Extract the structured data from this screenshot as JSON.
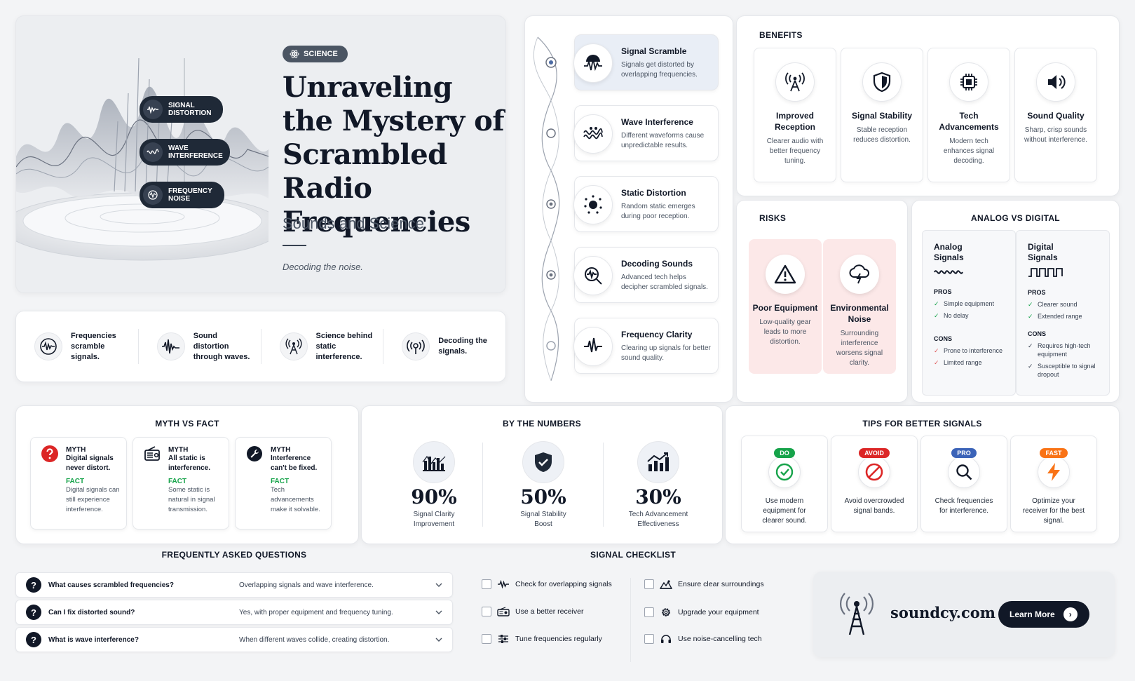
{
  "hero": {
    "tag": "SCIENCE",
    "title": "Unraveling the Mystery of Scrambled Radio Frequencies",
    "subtitle": "Sounds and Science",
    "tagline": "Decoding the noise.",
    "badges": [
      "SIGNAL DISTORTION",
      "WAVE INTERFERENCE",
      "FREQUENCY NOISE"
    ]
  },
  "features": [
    {
      "icon": "waveform-circle-icon",
      "text": "Frequencies scramble signals."
    },
    {
      "icon": "sound-wave-icon",
      "text": "Sound distortion through waves."
    },
    {
      "icon": "radio-tower-icon",
      "text": "Science behind static interference."
    },
    {
      "icon": "broadcast-icon",
      "text": "Decoding the signals."
    }
  ],
  "timeline": [
    {
      "title": "Signal Scramble",
      "text": "Signals get distorted by overlapping frequencies.",
      "icon": "distorted-signal-icon"
    },
    {
      "title": "Wave Interference",
      "text": "Different waveforms cause unpredictable results.",
      "icon": "interference-icon"
    },
    {
      "title": "Static Distortion",
      "text": "Random static emerges during poor reception.",
      "icon": "static-icon"
    },
    {
      "title": "Decoding Sounds",
      "text": "Advanced tech helps decipher scrambled signals.",
      "icon": "decode-icon"
    },
    {
      "title": "Frequency Clarity",
      "text": "Clearing up signals for better sound quality.",
      "icon": "clarity-icon"
    }
  ],
  "benefits": {
    "title": "BENEFITS",
    "items": [
      {
        "title": "Improved Reception",
        "text": "Clearer audio with better frequency tuning.",
        "icon": "antenna-icon"
      },
      {
        "title": "Signal Stability",
        "text": "Stable reception reduces distortion.",
        "icon": "shield-icon"
      },
      {
        "title": "Tech Advancements",
        "text": "Modern tech enhances signal decoding.",
        "icon": "chip-icon"
      },
      {
        "title": "Sound Quality",
        "text": "Sharp, crisp sounds without interference.",
        "icon": "speaker-icon"
      }
    ]
  },
  "risks": {
    "title": "RISKS",
    "items": [
      {
        "title": "Poor Equipment",
        "text": "Low-quality gear leads to more distortion.",
        "icon": "warning-icon"
      },
      {
        "title": "Environmental Noise",
        "text": "Surrounding interference worsens signal clarity.",
        "icon": "storm-cloud-icon"
      }
    ]
  },
  "avd": {
    "title": "ANALOG VS DIGITAL",
    "pros_label": "PROS",
    "cons_label": "CONS",
    "analog": {
      "title": "Analog Signals",
      "pros": [
        "Simple equipment",
        "No delay"
      ],
      "cons": [
        "Prone to interference",
        "Limited range"
      ]
    },
    "digital": {
      "title": "Digital Signals",
      "pros": [
        "Clearer sound",
        "Extended range"
      ],
      "cons": [
        "Requires high-tech equipment",
        "Susceptible to signal dropout"
      ]
    }
  },
  "myth": {
    "title": "MYTH VS FACT",
    "myth_label": "MYTH",
    "fact_label": "FACT",
    "items": [
      {
        "myth": "Digital signals never distort.",
        "fact": "Digital signals can still experience interference.",
        "icon": "question-icon"
      },
      {
        "myth": "All static is interference.",
        "fact": "Some static is natural in signal transmission.",
        "icon": "radio-icon"
      },
      {
        "myth": "Interference can't be fixed.",
        "fact": "Tech advancements make it solvable.",
        "icon": "wrench-icon"
      }
    ]
  },
  "numbers": {
    "title": "BY THE NUMBERS",
    "items": [
      {
        "value": "90%",
        "label": "Signal Clarity Improvement",
        "icon": "bar-wave-icon"
      },
      {
        "value": "50%",
        "label": "Signal Stability Boost",
        "icon": "shield-check-icon"
      },
      {
        "value": "30%",
        "label": "Tech Advancement Effectiveness",
        "icon": "trend-up-icon"
      }
    ]
  },
  "tips": {
    "title": "TIPS FOR BETTER SIGNALS",
    "items": [
      {
        "badge": "DO",
        "color": "#16a34a",
        "text": "Use modern equipment for clearer sound.",
        "icon": "check-circle-icon"
      },
      {
        "badge": "AVOID",
        "color": "#dc2626",
        "text": "Avoid overcrowded signal bands.",
        "icon": "ban-icon"
      },
      {
        "badge": "PRO",
        "color": "#3b63b8",
        "text": "Check frequencies for interference.",
        "icon": "magnifier-icon"
      },
      {
        "badge": "FAST",
        "color": "#f97316",
        "text": "Optimize your receiver for the best signal.",
        "icon": "lightning-icon"
      }
    ]
  },
  "faq": {
    "title": "FREQUENTLY ASKED QUESTIONS",
    "items": [
      {
        "q": "What causes scrambled frequencies?",
        "a": "Overlapping signals and wave interference."
      },
      {
        "q": "Can I fix distorted sound?",
        "a": "Yes, with proper equipment and frequency tuning."
      },
      {
        "q": "What is wave interference?",
        "a": "When different waves collide, creating distortion."
      }
    ]
  },
  "checklist": {
    "title": "SIGNAL CHECKLIST",
    "items": [
      {
        "text": "Check for overlapping signals",
        "icon": "signal-wave-icon"
      },
      {
        "text": "Use a better receiver",
        "icon": "receiver-icon"
      },
      {
        "text": "Tune frequencies regularly",
        "icon": "sliders-icon"
      },
      {
        "text": "Ensure clear surroundings",
        "icon": "landscape-icon"
      },
      {
        "text": "Upgrade your equipment",
        "icon": "gear-icon"
      },
      {
        "text": "Use noise-cancelling tech",
        "icon": "headphones-icon"
      }
    ]
  },
  "brand": {
    "name": "soundcy.com",
    "cta": "Learn More"
  },
  "colors": {
    "accent": "#111827",
    "risk_bg": "#fce8e8",
    "fact": "#16a34a"
  }
}
